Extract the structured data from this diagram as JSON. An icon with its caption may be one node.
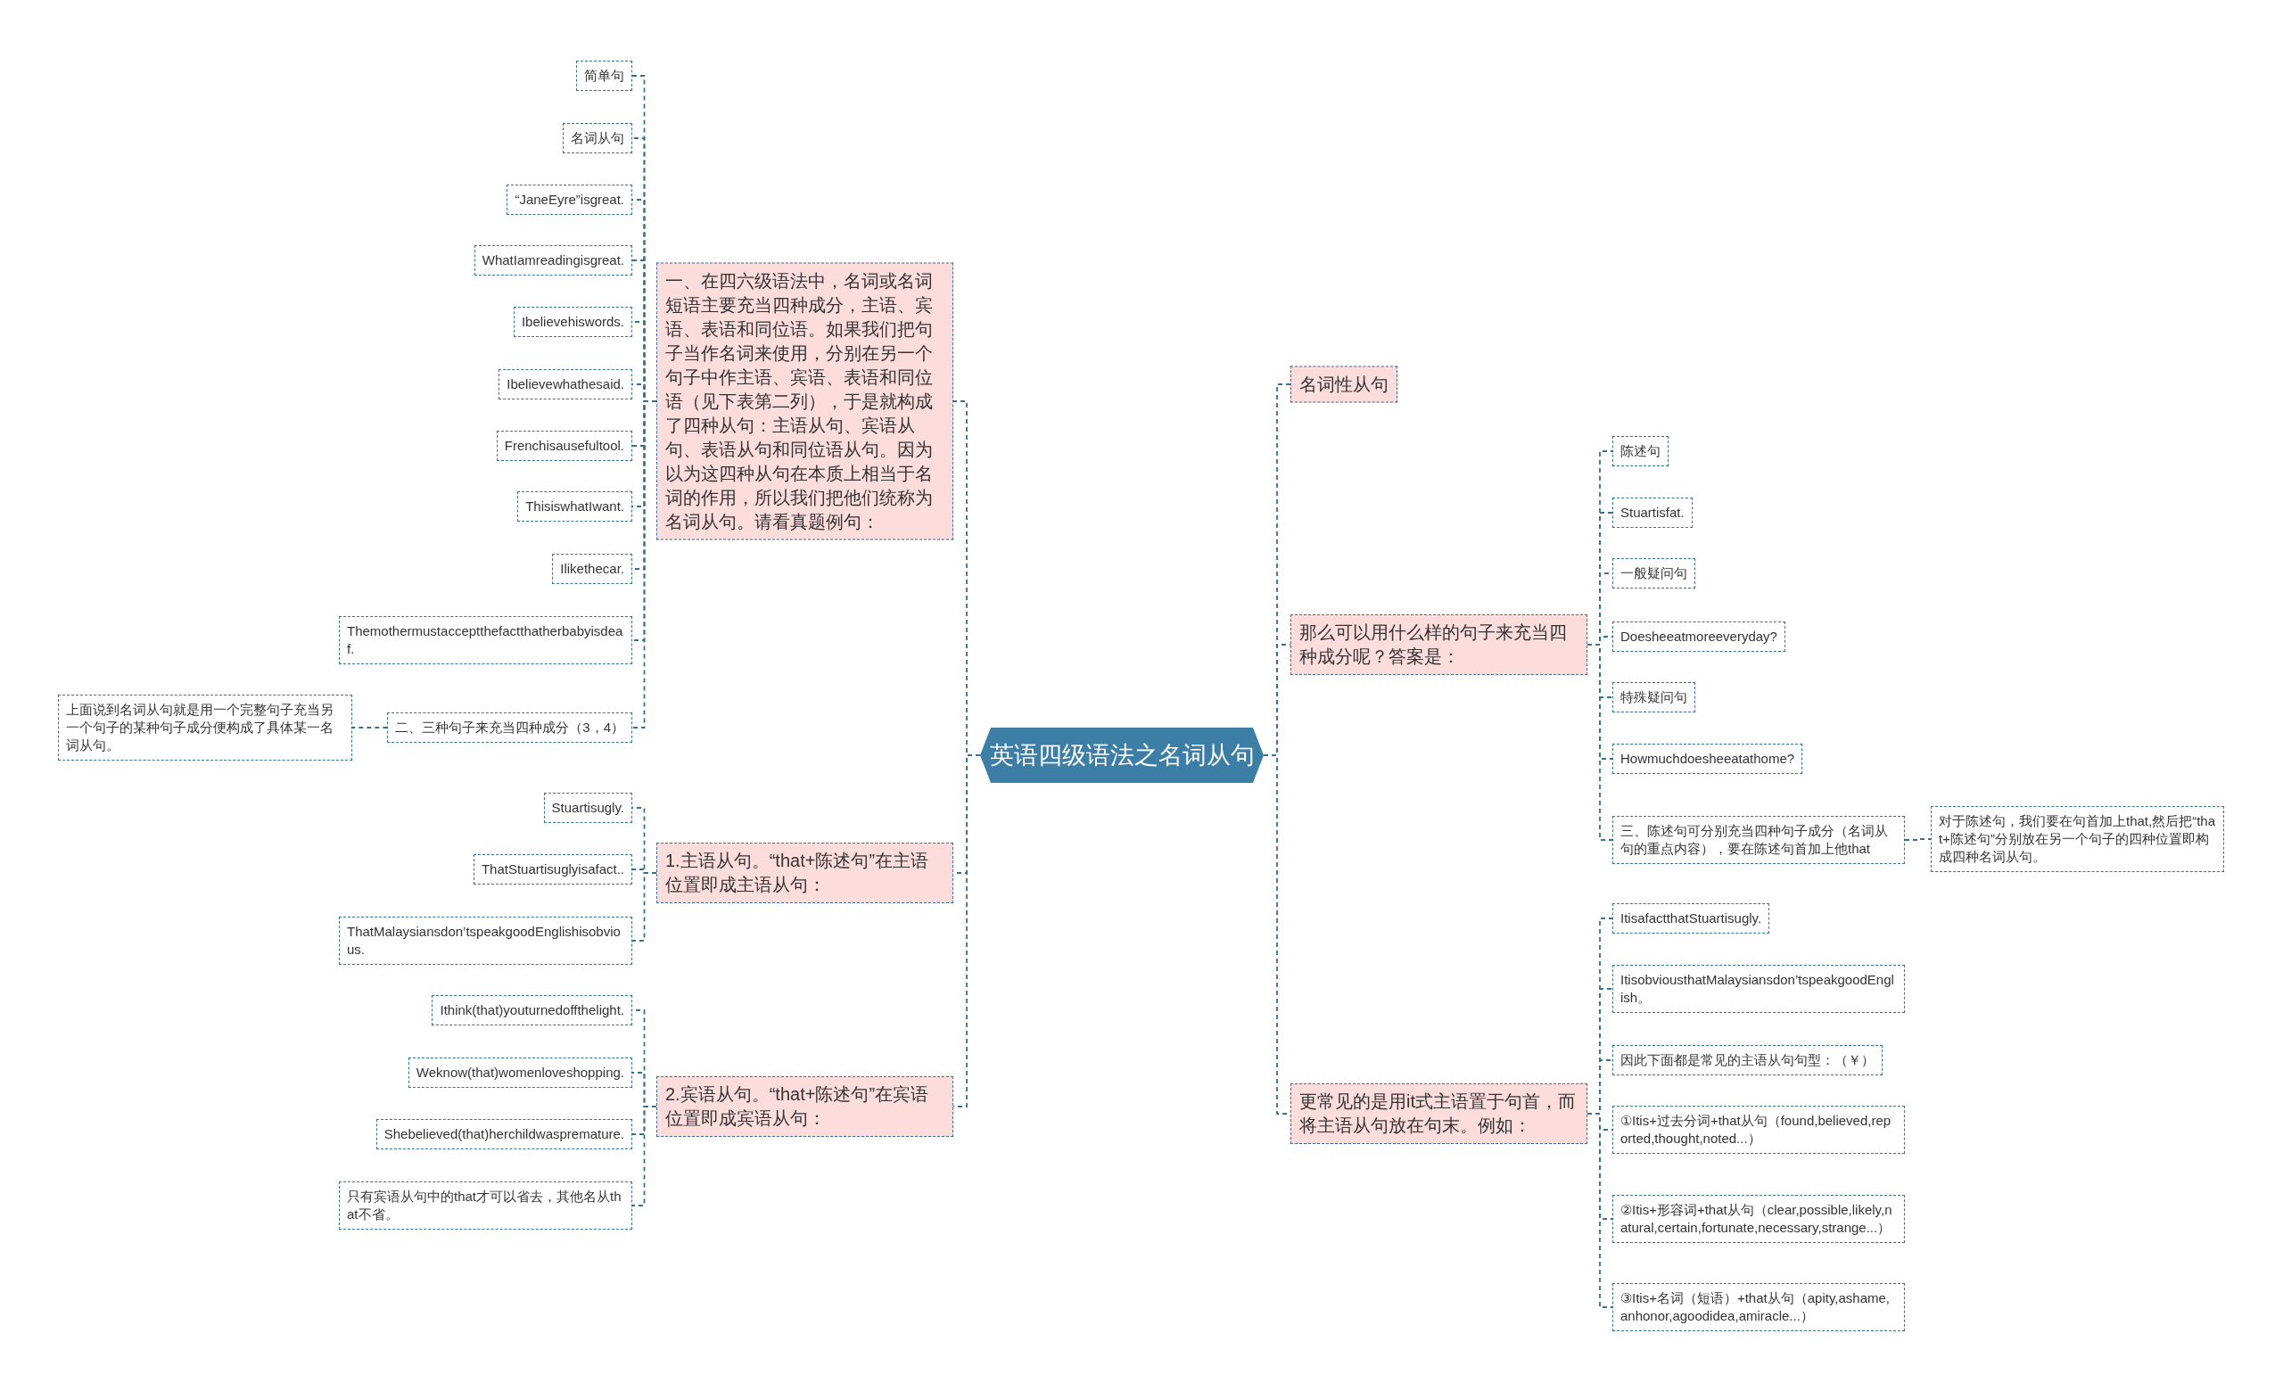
{
  "diagram": {
    "nodes": [
      {
        "text": [
          "英语四级语法之名词从句"
        ]
      },
      {
        "text": [
          "一、在四六级语法中，名词或名词短语主要充当四种成分，主语、宾语、表语和同位语。如果我们把句子当作名词来使用，分别在另一个句子中作主语、宾语、表语和同位语（见下表第二列），于是就构成了四种从句：主语从句、宾语从句、表语从句和同位语从句。因为以为这四种从句在本质上相当于名词的作用，所以我们把他们统称为名词从句。请看真题例句："
        ]
      },
      {
        "text": [
          "简单句"
        ]
      },
      {
        "text": [
          "名词从句"
        ]
      },
      {
        "text": [
          "“JaneEyre”isgreat."
        ]
      },
      {
        "text": [
          "WhatIamreadingisgreat."
        ]
      },
      {
        "text": [
          "Ibelievehiswords."
        ]
      },
      {
        "text": [
          "Ibelievewhathesaid."
        ]
      },
      {
        "text": [
          "Frenchisausefultool."
        ]
      },
      {
        "text": [
          "ThisiswhatIwant."
        ]
      },
      {
        "text": [
          "Ilikethecar."
        ]
      },
      {
        "text": [
          "Themothermustacceptthefactthatherbabyisdeaf."
        ]
      },
      {
        "text": [
          "二、三种句子来充当四种成分（3，4）"
        ]
      },
      {
        "text": [
          "上面说到名词从句就是用一个完整句子充当另一个句子的某种句子成分便构成了具体某一名词从句。"
        ]
      },
      {
        "text": [
          "1.主语从句。“that+陈述句”在主语位置即成主语从句："
        ]
      },
      {
        "text": [
          "Stuartisugly."
        ]
      },
      {
        "text": [
          "ThatStuartisuglyisafact.."
        ]
      },
      {
        "text": [
          "ThatMalaysiansdon’tspeakgoodEnglishisobvious."
        ]
      },
      {
        "text": [
          "2.宾语从句。“that+陈述句”在宾语位置即成宾语从句："
        ]
      },
      {
        "text": [
          "Ithink(that)youturnedoffthelight."
        ]
      },
      {
        "text": [
          "Weknow(that)womenloveshopping."
        ]
      },
      {
        "text": [
          "Shebelieved(that)herchildwaspremature."
        ]
      },
      {
        "text": [
          "只有宾语从句中的that才可以省去，其他名从that不省。"
        ]
      },
      {
        "text": [
          "名词性从句"
        ]
      },
      {
        "text": [
          "那么可以用什么样的句子来充当四种成分呢？答案是："
        ]
      },
      {
        "text": [
          "陈述句"
        ]
      },
      {
        "text": [
          "Stuartisfat."
        ]
      },
      {
        "text": [
          "一般疑问句"
        ]
      },
      {
        "text": [
          "Doesheeatmoreeveryday?"
        ]
      },
      {
        "text": [
          "特殊疑问句"
        ]
      },
      {
        "text": [
          "Howmuchdoesheeatathome?"
        ]
      },
      {
        "text": [
          "三、陈述句可分别充当四种句子成分（名词从句的重点内容），要在陈述句首加上他that"
        ]
      },
      {
        "text": [
          "对于陈述句，我们要在句首加上that,然后把“that+陈述句”分别放在另一个句子的四种位置即构成四种名词从句。"
        ]
      },
      {
        "text": [
          "更常见的是用it式主语置于句首，而将主语从句放在句末。例如："
        ]
      },
      {
        "text": [
          "ItisafactthatStuartisugly."
        ]
      },
      {
        "text": [
          "ItisobviousthatMalaysiansdon’tspeakgoodEnglish。"
        ]
      },
      {
        "text": [
          "因此下面都是常见的主语从句句型：（￥）"
        ]
      },
      {
        "text": [
          "①Itis+过去分词+that从句（found,believed,reported,thought,noted...）"
        ]
      },
      {
        "text": [
          "②Itis+形容词+that从句（clear,possible,likely,natural,certain,fortunate,necessary,strange...）"
        ]
      },
      {
        "text": [
          "③Itis+名词（短语）+that从句（apity,ashame,anhonor,agoodidea,amiracle...）"
        ]
      }
    ],
    "edges": [
      {
        "from": 0,
        "to": 1,
        "arrow": "none",
        "style": "dashed"
      },
      {
        "from": 1,
        "to": 2,
        "arrow": "none",
        "style": "dashed"
      },
      {
        "from": 1,
        "to": 3,
        "arrow": "none",
        "style": "dashed"
      },
      {
        "from": 1,
        "to": 4,
        "arrow": "none",
        "style": "dashed"
      },
      {
        "from": 1,
        "to": 5,
        "arrow": "none",
        "style": "dashed"
      },
      {
        "from": 1,
        "to": 6,
        "arrow": "none",
        "style": "dashed"
      },
      {
        "from": 1,
        "to": 7,
        "arrow": "none",
        "style": "dashed"
      },
      {
        "from": 1,
        "to": 8,
        "arrow": "none",
        "style": "dashed"
      },
      {
        "from": 1,
        "to": 9,
        "arrow": "none",
        "style": "dashed"
      },
      {
        "from": 1,
        "to": 10,
        "arrow": "none",
        "style": "dashed"
      },
      {
        "from": 1,
        "to": 11,
        "arrow": "none",
        "style": "dashed"
      },
      {
        "from": 1,
        "to": 12,
        "arrow": "none",
        "style": "dashed"
      },
      {
        "from": 12,
        "to": 13,
        "arrow": "none",
        "style": "dashed"
      },
      {
        "from": 0,
        "to": 14,
        "arrow": "none",
        "style": "dashed"
      },
      {
        "from": 14,
        "to": 15,
        "arrow": "none",
        "style": "dashed"
      },
      {
        "from": 14,
        "to": 16,
        "arrow": "none",
        "style": "dashed"
      },
      {
        "from": 14,
        "to": 17,
        "arrow": "none",
        "style": "dashed"
      },
      {
        "from": 0,
        "to": 18,
        "arrow": "none",
        "style": "dashed"
      },
      {
        "from": 18,
        "to": 19,
        "arrow": "none",
        "style": "dashed"
      },
      {
        "from": 18,
        "to": 20,
        "arrow": "none",
        "style": "dashed"
      },
      {
        "from": 18,
        "to": 21,
        "arrow": "none",
        "style": "dashed"
      },
      {
        "from": 18,
        "to": 22,
        "arrow": "none",
        "style": "dashed"
      },
      {
        "from": 0,
        "to": 23,
        "arrow": "none",
        "style": "dashed"
      },
      {
        "from": 0,
        "to": 24,
        "arrow": "none",
        "style": "dashed"
      },
      {
        "from": 24,
        "to": 25,
        "arrow": "none",
        "style": "dashed"
      },
      {
        "from": 24,
        "to": 26,
        "arrow": "none",
        "style": "dashed"
      },
      {
        "from": 24,
        "to": 27,
        "arrow": "none",
        "style": "dashed"
      },
      {
        "from": 24,
        "to": 28,
        "arrow": "none",
        "style": "dashed"
      },
      {
        "from": 24,
        "to": 29,
        "arrow": "none",
        "style": "dashed"
      },
      {
        "from": 24,
        "to": 30,
        "arrow": "none",
        "style": "dashed"
      },
      {
        "from": 24,
        "to": 31,
        "arrow": "none",
        "style": "dashed"
      },
      {
        "from": 31,
        "to": 32,
        "arrow": "none",
        "style": "dashed"
      },
      {
        "from": 0,
        "to": 33,
        "arrow": "none",
        "style": "dashed"
      },
      {
        "from": 33,
        "to": 34,
        "arrow": "none",
        "style": "dashed"
      },
      {
        "from": 33,
        "to": 35,
        "arrow": "none",
        "style": "dashed"
      },
      {
        "from": 33,
        "to": 36,
        "arrow": "none",
        "style": "dashed"
      },
      {
        "from": 33,
        "to": 37,
        "arrow": "none",
        "style": "dashed"
      },
      {
        "from": 33,
        "to": 38,
        "arrow": "none",
        "style": "dashed"
      },
      {
        "from": 33,
        "to": 39,
        "arrow": "none",
        "style": "dashed"
      }
    ]
  }
}
